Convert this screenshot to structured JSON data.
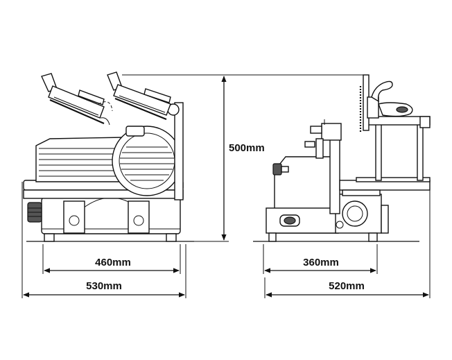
{
  "dimensions": {
    "height": "500mm",
    "front_inner_width": "460mm",
    "front_outer_width": "530mm",
    "side_inner_depth": "360mm",
    "side_outer_depth": "520mm"
  },
  "colors": {
    "line": "#111111",
    "background": "#ffffff"
  }
}
